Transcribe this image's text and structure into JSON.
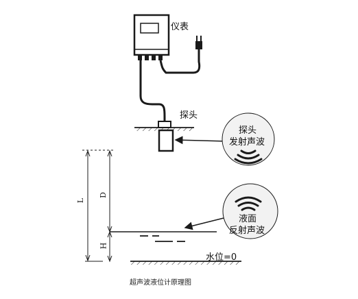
{
  "labels": {
    "meter": "仪表",
    "probe": "探头",
    "bubble_top_line1": "探头",
    "bubble_top_line2": "发射声波",
    "bubble_bottom_line1": "液面",
    "bubble_bottom_line2": "反射声波",
    "dim_L": "L",
    "dim_D": "D",
    "dim_H": "H",
    "water_level": "水位=0",
    "caption": "超声波液位计原理图"
  },
  "colors": {
    "line": "#1a1a1a",
    "bubble_fill": "#f2f2f2",
    "background": "#ffffff"
  },
  "icons": [
    "power-plug-icon",
    "sound-wave-icon"
  ]
}
